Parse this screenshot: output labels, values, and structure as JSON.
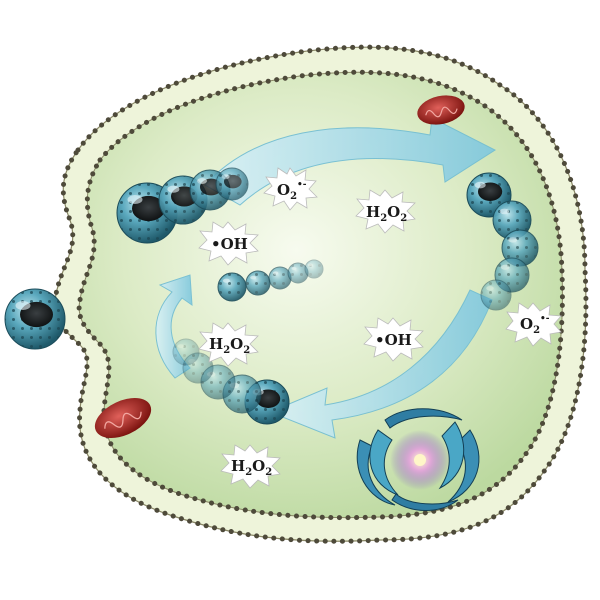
{
  "labels": {
    "superoxide": {
      "main": "O",
      "sub": "2",
      "sup": "•-"
    },
    "superoxide_out": {
      "main": "O",
      "sub": "2",
      "sup": "•-"
    },
    "peroxide_top": {
      "main": "H",
      "sub": "2",
      "tail": "O",
      "sub2": "2"
    },
    "peroxide_mid": {
      "main": "H",
      "sub": "2",
      "tail": "O",
      "sub2": "2"
    },
    "peroxide_bottom": {
      "main": "H",
      "sub": "2",
      "tail": "O",
      "sub2": "2"
    },
    "hydroxyl_left": "•OH",
    "hydroxyl_right": "•OH"
  },
  "colors": {
    "cytoplasm": "#cfe4b6",
    "membrane_band": "#e7f0cf",
    "lipid_head": "#4e4a3a",
    "nanoparticle": "#4a98ad",
    "nanoparticle_core": "#1e2224",
    "arrow": "#9fd7e6",
    "mitochondrion": "#b3261e",
    "organelle": "#3b8fb5"
  },
  "icons": [
    "nanoparticle-icon",
    "mitochondrion-icon",
    "nucleus-organelle-icon",
    "cycle-arrow-icon",
    "starburst-icon"
  ]
}
